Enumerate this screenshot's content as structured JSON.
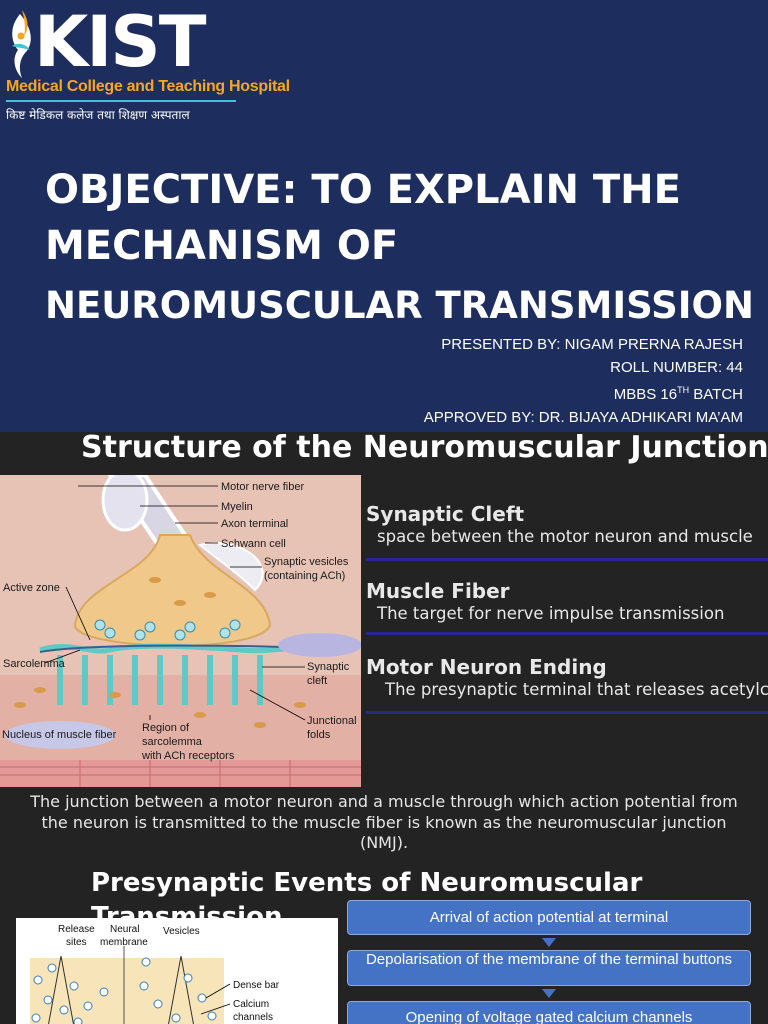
{
  "slide1": {
    "logo": {
      "name": "KIST",
      "subtitle": "Medical College and Teaching Hospital",
      "hindi": "किष्ट मेडिकल कलेज तथा शिक्षण अस्पताल"
    },
    "title_line1": "OBJECTIVE: TO EXPLAIN THE",
    "title_line2": "MECHANISM OF",
    "title_line3": "NEUROMUSCULAR TRANSMISSION",
    "presented_by": "PRESENTED BY: NIGAM PRERNA RAJESH",
    "roll_number": "ROLL NUMBER: 44",
    "batch_prefix": "MBBS 16",
    "batch_sup": "TH",
    "batch_suffix": " BATCH",
    "approved_by": "APPROVED BY: DR. BIJAYA ADHIKARI MA’AM"
  },
  "slide2": {
    "title": "Structure of the Neuromuscular Junction",
    "diagram_labels": {
      "motor_nerve_fiber": "Motor nerve fiber",
      "myelin": "Myelin",
      "axon_terminal": "Axon terminal",
      "schwann_cell": "Schwann cell",
      "synaptic_vesicles_1": "Synaptic vesicles",
      "synaptic_vesicles_2": "(containing ACh)",
      "active_zone": "Active zone",
      "sarcolemma": "Sarcolemma",
      "synaptic_cleft_1": "Synaptic",
      "synaptic_cleft_2": "cleft",
      "nucleus": "Nucleus of muscle fiber",
      "region_1": "Region of",
      "region_2": "sarcolemma",
      "region_3": "with ACh receptors",
      "junctional_1": "Junctional",
      "junctional_2": "folds"
    },
    "items": [
      {
        "heading": "Synaptic Cleft",
        "desc": "space between the motor neuron and muscle"
      },
      {
        "heading": "Muscle Fiber",
        "desc": "The target for nerve impulse transmission"
      },
      {
        "heading": "Motor Neuron Ending",
        "desc": "The presynaptic terminal that releases acetylcholine"
      }
    ],
    "caption": "The junction between a motor neuron and a muscle through which action potential from the neuron is transmitted to the muscle fiber is known as the neuromuscular junction (NMJ)."
  },
  "slide3": {
    "title": "Presynaptic Events of Neuromuscular Transmission",
    "diagram_labels": {
      "release_1": "Release",
      "release_2": "sites",
      "neural_1": "Neural",
      "neural_2": "membrane",
      "vesicles": "Vesicles",
      "dense_bar": "Dense bar",
      "calcium_1": "Calcium",
      "calcium_2": "channels"
    },
    "flow": [
      "Arrival of action potential at terminal",
      "Depolarisation of the membrane of the terminal buttons",
      "Opening of voltage gated calcium channels"
    ]
  }
}
